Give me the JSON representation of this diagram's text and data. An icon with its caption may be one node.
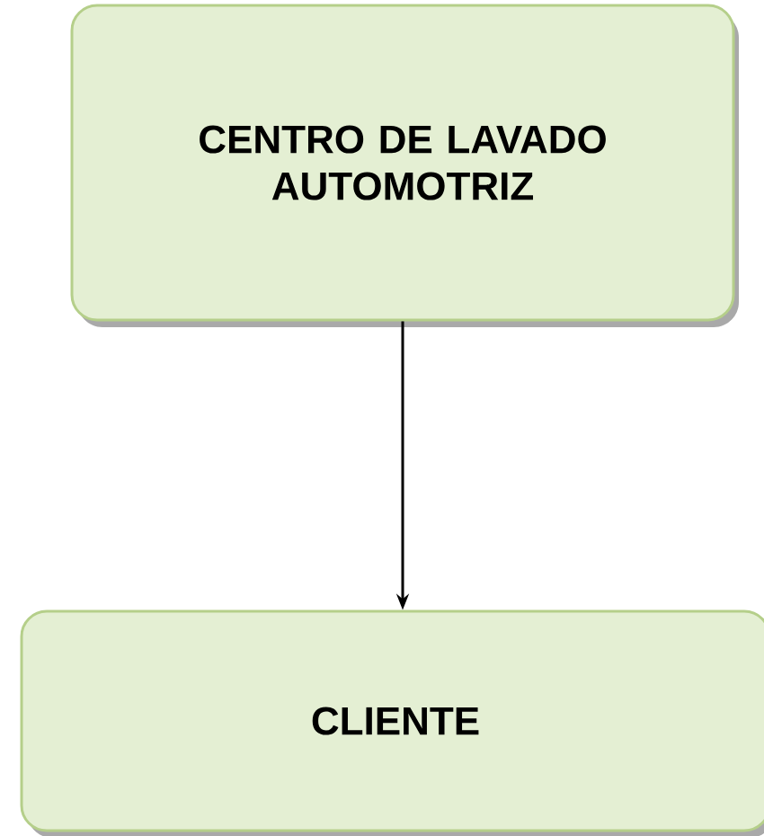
{
  "diagram": {
    "nodes": [
      {
        "text": [
          "CENTRO DE LAVADO AUTOMOTRIZ"
        ]
      },
      {
        "text": [
          "CLIENTE"
        ]
      }
    ],
    "edges": [
      {
        "from": 0,
        "to": 1,
        "arrow": "to"
      }
    ]
  }
}
